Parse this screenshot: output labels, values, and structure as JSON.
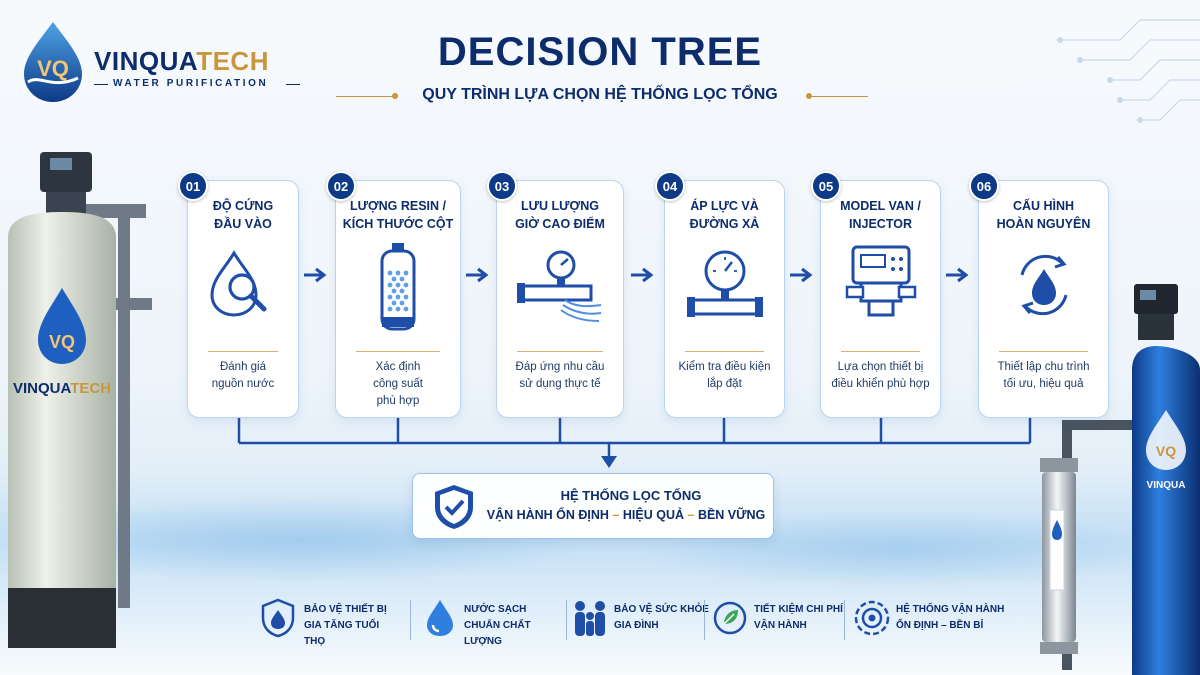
{
  "brand": {
    "name_part1": "VINQUA",
    "name_part2": "TECH",
    "tagline": "WATER PURIFICATION",
    "monogram": "VQ",
    "tank_label_part1": "VINQUA",
    "tank_label_part2": "TECH"
  },
  "header": {
    "title": "DECISION TREE",
    "subtitle": "QUY TRÌNH LỰA CHỌN HỆ THỐNG LỌC TỔNG"
  },
  "steps": [
    {
      "num": "01",
      "title": "ĐỘ CỨNG\nĐẦU VÀO",
      "icon": "water-drop-magnifier-icon",
      "desc": "Đánh giá\nnguồn nước"
    },
    {
      "num": "02",
      "title": "LƯỢNG RESIN /\nKÍCH THƯỚC CỘT",
      "icon": "resin-column-icon",
      "desc": "Xác định\ncông suất\nphù hợp"
    },
    {
      "num": "03",
      "title": "LƯU LƯỢNG\nGIỜ CAO ĐIỂM",
      "icon": "flow-meter-faucet-icon",
      "desc": "Đáp ứng nhu cầu\nsử dụng thực tế"
    },
    {
      "num": "04",
      "title": "ÁP LỰC VÀ\nĐƯỜNG XẢ",
      "icon": "pressure-gauge-pipe-icon",
      "desc": "Kiểm tra điều kiện\nlắp đặt"
    },
    {
      "num": "05",
      "title": "MODEL VAN /\nINJECTOR",
      "icon": "control-valve-icon",
      "desc": "Lựa chọn thiết bị\nđiều khiển phù hợp"
    },
    {
      "num": "06",
      "title": "CẤU HÌNH\nHOÀN NGUYÊN",
      "icon": "regeneration-cycle-icon",
      "desc": "Thiết lập chu trình\ntối ưu, hiệu quả"
    }
  ],
  "result": {
    "icon": "shield-check-icon",
    "line1": "HỆ THỐNG LỌC TỔNG",
    "part1": "VẬN HÀNH ỔN ĐỊNH",
    "separator": "–",
    "part2": "HIỆU QUẢ",
    "part3": "BỀN VỮNG"
  },
  "benefits": [
    {
      "icon": "shield-drop-icon",
      "text": "BẢO VỆ THIẾT BỊ\nGIA TĂNG TUỔI THỌ"
    },
    {
      "icon": "water-drop-icon",
      "text": "NƯỚC SẠCH\nCHUẨN CHẤT LƯỢNG"
    },
    {
      "icon": "family-icon",
      "text": "BẢO VỆ SỨC KHỎE\nGIA ĐÌNH"
    },
    {
      "icon": "savings-leaf-icon",
      "text": "TIẾT KIỆM CHI PHÍ\nVẬN HÀNH"
    },
    {
      "icon": "gear-cycle-icon",
      "text": "HỆ THỐNG VẬN HÀNH\nỔN ĐỊNH – BỀN BỈ"
    }
  ],
  "colors": {
    "navy": "#0d2c6b",
    "blue": "#1f5fbf",
    "gold": "#c8963e",
    "card_border": "#b8d4ef"
  }
}
